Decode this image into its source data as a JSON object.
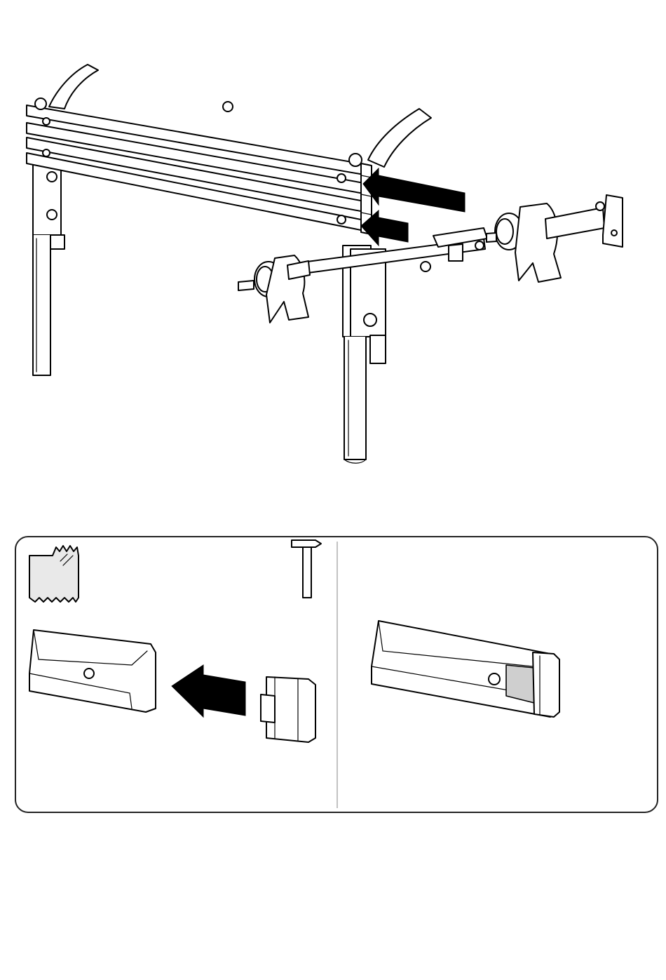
{
  "colors": {
    "ink": "#000000",
    "paper": "#ffffff",
    "light_fill": "#f0f0f0",
    "mid_fill": "#d9d9d9",
    "shade_fill": "#bdbdbd",
    "arrow": "#000000",
    "panel_border": "#222222",
    "divider": "#9a9a9a"
  },
  "scene": {
    "main_illustration": "rail-assembly-with-clamped-crossbar",
    "push_arrows": 2
  },
  "detail_panel": {
    "tools": [
      "cloth-icon",
      "hammer-icon"
    ],
    "steps": [
      "insert-end-cap",
      "end-cap-installed"
    ]
  }
}
